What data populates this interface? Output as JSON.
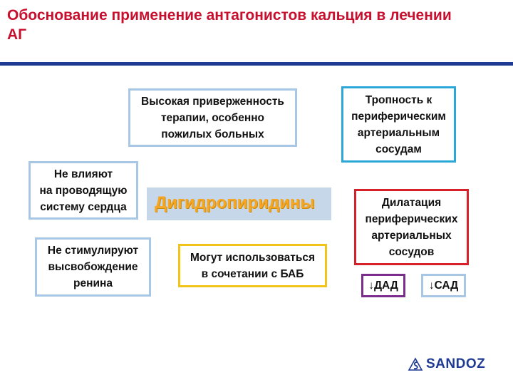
{
  "slide": {
    "title": "Обоснование применение антагонистов кальция в лечении АГ"
  },
  "diagram": {
    "center_label": "Дигидропиридины",
    "boxes": {
      "adherence": "Высокая приверженность\nтерапии, особенно\nпожилых больных",
      "tropism": "Тропность к\nпериферическим\nартериальным\nсосудам",
      "conduction": "Не влияют\nна проводящую\nсистему сердца",
      "dilation": "Дилатация\nпериферических\nартериальных\nсосудов",
      "renin": "Не стимулируют\nвысвобождение\nренина",
      "bab": "Могут использоваться\nв сочетании с БАБ",
      "dad": "↓ДАД",
      "sad": "↓САД"
    }
  },
  "logo": {
    "brand": "SANDOZ",
    "brand_color": "#1f3a93"
  }
}
